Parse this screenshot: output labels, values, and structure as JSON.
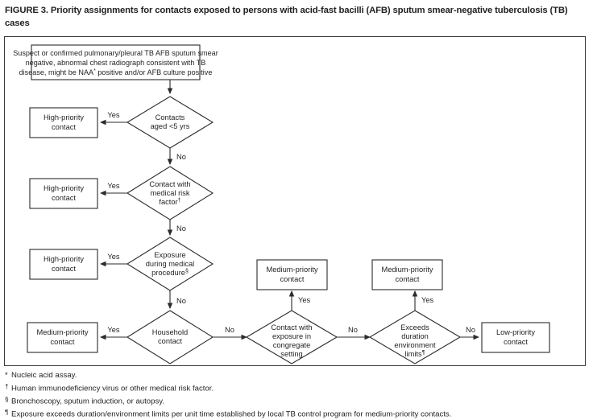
{
  "figure": {
    "title": "FIGURE 3. Priority assignments for contacts exposed to persons with acid-fast bacilli (AFB) sputum smear-negative tuberculosis (TB) cases"
  },
  "flowchart": {
    "start_box": {
      "line1": "Suspect or confirmed pulmonary/pleural TB AFB sputum smear",
      "line2": "negative, abnormal chest radiograph consistent with TB",
      "line3_a": "disease, might be NAA",
      "line3_mark": "*",
      "line3_b": " positive and/or AFB culture positive"
    },
    "decisions": [
      {
        "id": "contacts-aged-under-5",
        "line1": "Contacts",
        "line2": "aged <5 yrs",
        "line3": "",
        "line4": "",
        "mark": "",
        "yes_label": "Yes",
        "no_label": "No"
      },
      {
        "id": "contact-with-medical-risk-factor",
        "line1": "Contact with",
        "line2": "medical risk",
        "line3": "factor",
        "line4": "",
        "mark": "†",
        "yes_label": "Yes",
        "no_label": "No"
      },
      {
        "id": "exposure-during-medical-procedure",
        "line1": "Exposure",
        "line2": "during medical",
        "line3": "procedure",
        "line4": "",
        "mark": "§",
        "yes_label": "Yes",
        "no_label": "No"
      },
      {
        "id": "household-contact",
        "line1": "Household",
        "line2": "contact",
        "line3": "",
        "line4": "",
        "mark": "",
        "yes_label": "Yes",
        "no_label": "No"
      },
      {
        "id": "contact-with-exposure-in-congregate-setting",
        "line1": "Contact with",
        "line2": "exposure in",
        "line3": "congregate",
        "line4": "setting",
        "mark": "",
        "yes_label": "Yes",
        "no_label": "No"
      },
      {
        "id": "exceeds-duration-environment-limits",
        "line1": "Exceeds",
        "line2": "duration",
        "line3": "environment",
        "line4": "limits",
        "mark": "¶",
        "yes_label": "Yes",
        "no_label": "No"
      }
    ],
    "outcomes": [
      {
        "id": "high-priority-1",
        "line1": "High-priority",
        "line2": "contact"
      },
      {
        "id": "high-priority-2",
        "line1": "High-priority",
        "line2": "contact"
      },
      {
        "id": "high-priority-3",
        "line1": "High-priority",
        "line2": "contact"
      },
      {
        "id": "medium-priority-household",
        "line1": "Medium-priority",
        "line2": "contact"
      },
      {
        "id": "medium-priority-congregate",
        "line1": "Medium-priority",
        "line2": "contact"
      },
      {
        "id": "medium-priority-duration",
        "line1": "Medium-priority",
        "line2": "contact"
      },
      {
        "id": "low-priority",
        "line1": "Low-priority",
        "line2": "contact"
      }
    ]
  },
  "footnotes": [
    {
      "mark": "*",
      "sup": false,
      "text": "Nucleic acid assay."
    },
    {
      "mark": "†",
      "sup": true,
      "text": "Human immunodeficiency virus or other medical risk factor."
    },
    {
      "mark": "§",
      "sup": true,
      "text": "Bronchoscopy, sputum induction, or autopsy."
    },
    {
      "mark": "¶",
      "sup": true,
      "text": "Exposure exceeds duration/environment limits per unit time established by local TB control program for medium-priority contacts."
    }
  ],
  "colors": {
    "ink": "#231f20",
    "stroke": "#2b2b2b",
    "background": "#ffffff"
  }
}
